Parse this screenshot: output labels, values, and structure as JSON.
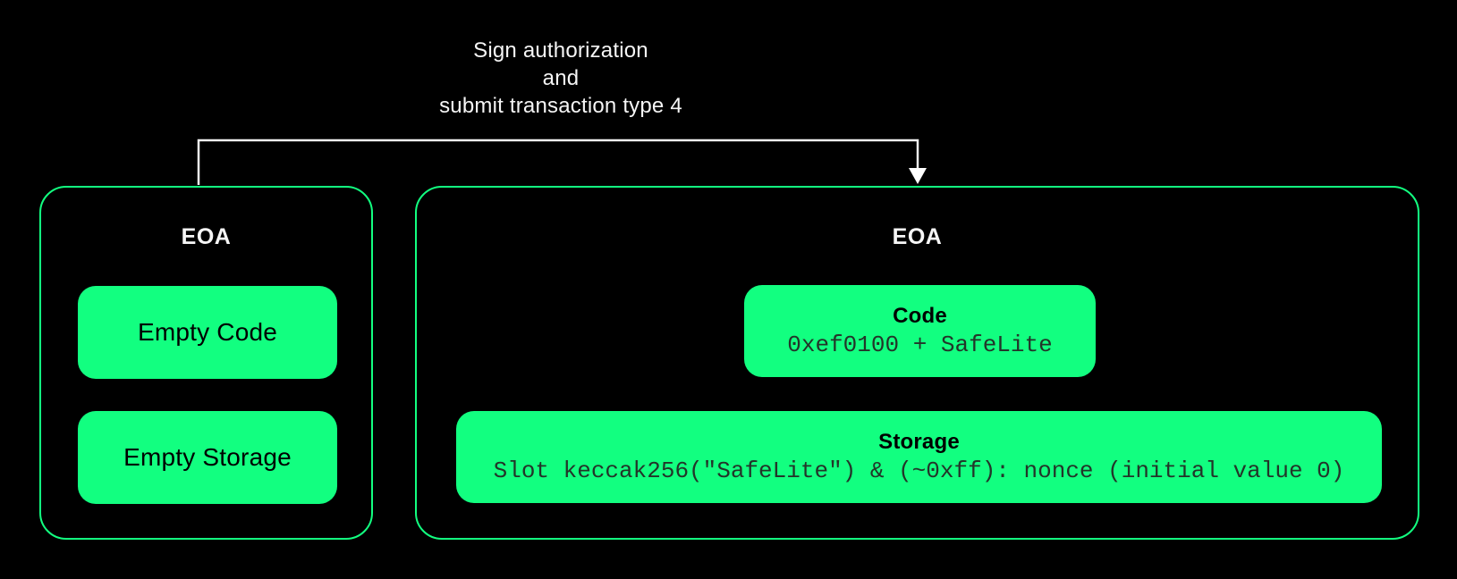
{
  "colors": {
    "background": "#000000",
    "accent_green": "#12ff80",
    "title_white": "#f5f5f5",
    "arrow_white": "#f0f0f0",
    "pill_text_black": "#000000",
    "pill_code_text": "#233529"
  },
  "arrow": {
    "label_line1": "Sign authorization",
    "label_line2": "and",
    "label_line3": "submit transaction type 4"
  },
  "before": {
    "title": "EOA",
    "items": [
      {
        "label": "Empty Code"
      },
      {
        "label": "Empty Storage"
      }
    ]
  },
  "after": {
    "title": "EOA",
    "items": [
      {
        "title": "Code",
        "code": "0xef0100 + SafeLite"
      },
      {
        "title": "Storage",
        "code": "Slot keccak256(\"SafeLite\") & (~0xff): nonce (initial value 0)"
      }
    ]
  }
}
